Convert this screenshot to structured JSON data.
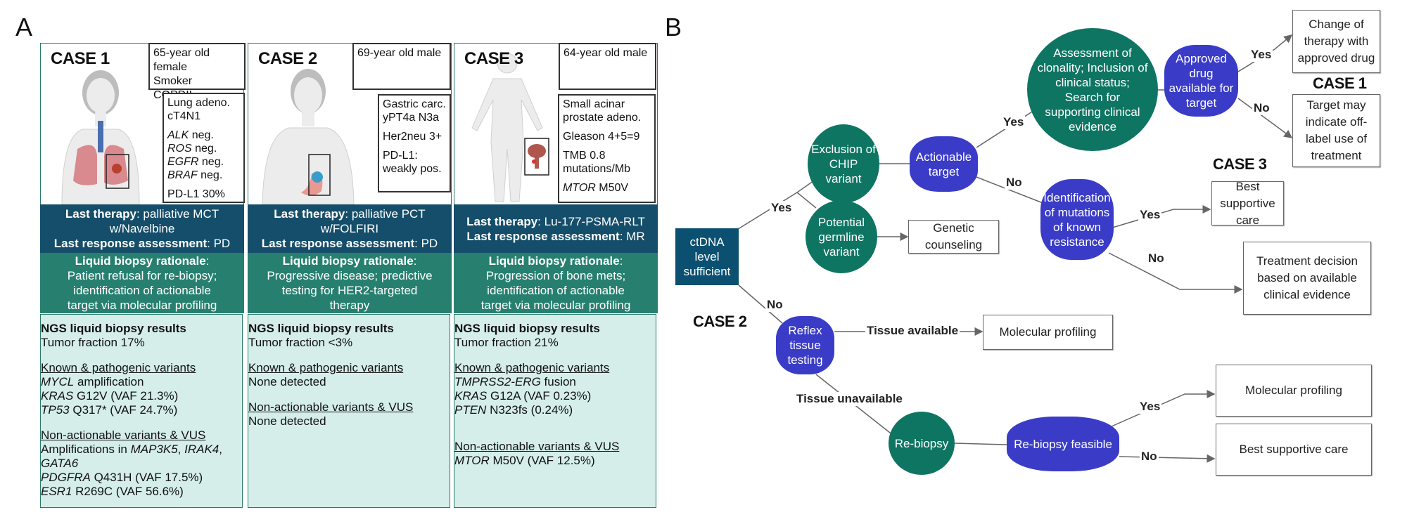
{
  "panel_a": {
    "letter": "A",
    "cases": [
      {
        "title": "CASE 1",
        "demographics": [
          "65-year old female",
          "Smoker",
          "COPDII"
        ],
        "details": [
          [
            {
              "t": "Lung adeno.",
              "s": ""
            }
          ],
          [
            {
              "t": "cT4N1",
              "s": ""
            }
          ],
          [],
          [
            {
              "t": "ALK",
              "s": "i"
            },
            {
              "t": " neg.",
              "s": ""
            }
          ],
          [
            {
              "t": "ROS",
              "s": "i"
            },
            {
              "t": " neg.",
              "s": ""
            }
          ],
          [
            {
              "t": "EGFR",
              "s": "i"
            },
            {
              "t": " neg.",
              "s": ""
            }
          ],
          [
            {
              "t": "BRAF",
              "s": "i"
            },
            {
              "t": " neg.",
              "s": ""
            }
          ],
          [],
          [
            {
              "t": "PD-L1 30%",
              "s": ""
            }
          ]
        ],
        "therapy": [
          [
            {
              "t": "Last therapy",
              "s": "b"
            },
            {
              "t": ": palliative MCT",
              "s": ""
            }
          ],
          [
            {
              "t": "w/Navelbine",
              "s": ""
            }
          ],
          [
            {
              "t": "Last response assessment",
              "s": "b"
            },
            {
              "t": ": PD",
              "s": ""
            }
          ]
        ],
        "rationale": [
          [
            {
              "t": "Liquid biopsy rationale",
              "s": "b"
            },
            {
              "t": ":",
              "s": ""
            }
          ],
          [
            {
              "t": "Patient refusal for re-biopsy;",
              "s": ""
            }
          ],
          [
            {
              "t": "identification of actionable",
              "s": ""
            }
          ],
          [
            {
              "t": "target via molecular profiling",
              "s": ""
            }
          ]
        ],
        "results": [
          [
            {
              "t": "NGS liquid biopsy results",
              "s": "b"
            }
          ],
          [
            {
              "t": "Tumor fraction 17%",
              "s": ""
            }
          ],
          [],
          [
            {
              "t": "Known & pathogenic variants",
              "s": "u"
            }
          ],
          [
            {
              "t": "MYCL",
              "s": "i"
            },
            {
              "t": " amplification",
              "s": ""
            }
          ],
          [
            {
              "t": "KRAS",
              "s": "i"
            },
            {
              "t": " G12V (VAF 21.3%)",
              "s": ""
            }
          ],
          [
            {
              "t": "TP53",
              "s": "i"
            },
            {
              "t": " Q317* (VAF 24.7%)",
              "s": ""
            }
          ],
          [],
          [
            {
              "t": "Non-actionable variants & VUS",
              "s": "u"
            }
          ],
          [
            {
              "t": "Amplifications in ",
              "s": ""
            },
            {
              "t": "MAP3K5",
              "s": "i"
            },
            {
              "t": ", ",
              "s": ""
            },
            {
              "t": "IRAK4",
              "s": "i"
            },
            {
              "t": ",",
              "s": ""
            }
          ],
          [
            {
              "t": "GATA6",
              "s": "i"
            }
          ],
          [
            {
              "t": "PDGFRA",
              "s": "i"
            },
            {
              "t": " Q431H (VAF 17.5%)",
              "s": ""
            }
          ],
          [
            {
              "t": "ESR1",
              "s": "i"
            },
            {
              "t": " R269C (VAF 56.6%)",
              "s": ""
            }
          ]
        ]
      },
      {
        "title": "CASE 2",
        "demographics": [
          "69-year old male"
        ],
        "details": [
          [
            {
              "t": "Gastric carc.",
              "s": ""
            }
          ],
          [
            {
              "t": "yPT4a N3a",
              "s": ""
            }
          ],
          [],
          [
            {
              "t": "Her2neu 3+",
              "s": ""
            }
          ],
          [],
          [
            {
              "t": "PD-L1:",
              "s": ""
            }
          ],
          [
            {
              "t": "weakly pos.",
              "s": ""
            }
          ]
        ],
        "therapy": [
          [
            {
              "t": "Last therapy",
              "s": "b"
            },
            {
              "t": ": palliative PCT",
              "s": ""
            }
          ],
          [
            {
              "t": "w/FOLFIRI",
              "s": ""
            }
          ],
          [
            {
              "t": "Last response assessment",
              "s": "b"
            },
            {
              "t": ": PD",
              "s": ""
            }
          ]
        ],
        "rationale": [
          [
            {
              "t": "Liquid biopsy rationale",
              "s": "b"
            },
            {
              "t": ":",
              "s": ""
            }
          ],
          [
            {
              "t": "Progressive disease; predictive",
              "s": ""
            }
          ],
          [
            {
              "t": "testing for HER2-targeted",
              "s": ""
            }
          ],
          [
            {
              "t": "therapy",
              "s": ""
            }
          ]
        ],
        "results": [
          [
            {
              "t": "NGS liquid biopsy results",
              "s": "b"
            }
          ],
          [
            {
              "t": "Tumor fraction <3%",
              "s": ""
            }
          ],
          [],
          [
            {
              "t": "Known & pathogenic variants",
              "s": "u"
            }
          ],
          [
            {
              "t": "None detected",
              "s": ""
            }
          ],
          [],
          [
            {
              "t": "Non-actionable variants & VUS",
              "s": "u"
            }
          ],
          [
            {
              "t": "None detected",
              "s": ""
            }
          ]
        ]
      },
      {
        "title": "CASE 3",
        "demographics": [
          "64-year old male"
        ],
        "details": [
          [
            {
              "t": "Small acinar",
              "s": ""
            }
          ],
          [
            {
              "t": "prostate adeno.",
              "s": ""
            }
          ],
          [],
          [
            {
              "t": "Gleason 4+5=9",
              "s": ""
            }
          ],
          [],
          [
            {
              "t": "TMB 0.8",
              "s": ""
            }
          ],
          [
            {
              "t": "mutations/Mb",
              "s": ""
            }
          ],
          [],
          [
            {
              "t": "MTOR",
              "s": "i"
            },
            {
              "t": " M50V",
              "s": ""
            }
          ]
        ],
        "therapy": [
          [
            {
              "t": "Last therapy",
              "s": "b"
            },
            {
              "t": ": Lu-177-PSMA-RLT",
              "s": ""
            }
          ],
          [
            {
              "t": "Last response assessment",
              "s": "b"
            },
            {
              "t": ": MR",
              "s": ""
            }
          ]
        ],
        "rationale": [
          [
            {
              "t": "Liquid biopsy rationale",
              "s": "b"
            },
            {
              "t": ":",
              "s": ""
            }
          ],
          [
            {
              "t": "Progression of bone mets;",
              "s": ""
            }
          ],
          [
            {
              "t": "identification of actionable",
              "s": ""
            }
          ],
          [
            {
              "t": "target via molecular profiling",
              "s": ""
            }
          ]
        ],
        "results": [
          [
            {
              "t": "NGS liquid biopsy results",
              "s": "b"
            }
          ],
          [
            {
              "t": "Tumor fraction 21%",
              "s": ""
            }
          ],
          [],
          [
            {
              "t": "Known & pathogenic variants",
              "s": "u"
            }
          ],
          [
            {
              "t": "TMPRSS2-ERG",
              "s": "i"
            },
            {
              "t": " fusion",
              "s": ""
            }
          ],
          [
            {
              "t": "KRAS",
              "s": "i"
            },
            {
              "t": " G12A (VAF 0.23%)",
              "s": ""
            }
          ],
          [
            {
              "t": "PTEN",
              "s": "i"
            },
            {
              "t": " N323fs (0.24%)",
              "s": ""
            }
          ],
          [],
          [],
          [
            {
              "t": "Non-actionable variants & VUS",
              "s": "u"
            }
          ],
          [
            {
              "t": "MTOR",
              "s": "i"
            },
            {
              "t": " M50V (VAF 12.5%)",
              "s": ""
            }
          ]
        ]
      }
    ]
  },
  "panel_b": {
    "letter": "B",
    "colors": {
      "decision_green": "#0f7563",
      "question_blue": "#3a3cc8",
      "start_navy": "#0b5070"
    },
    "nodes": {
      "ctdna": "ctDNA level sufficient",
      "chip": "Exclusion of CHIP variant",
      "germline": "Potential germline variant",
      "genetic_counseling": "Genetic counseling",
      "actionable": "Actionable target",
      "assessment": "Assessment of clonality; Inclusion of clinical status; Search for supporting clinical evidence",
      "approved": "Approved drug available for target",
      "change_therapy": "Change of therapy with approved drug",
      "off_label": "Target may indicate off-label use of treatment",
      "resistance": "Identification of mutations of known resistance",
      "bsc1": "Best supportive care",
      "treatment_decision": "Treatment decision based on available clinical evidence",
      "reflex": "Reflex tissue testing",
      "molprof1": "Molecular profiling",
      "rebiopsy": "Re-biopsy",
      "rebiopsy_feasible": "Re-biopsy feasible",
      "molprof2": "Molecular profiling",
      "bsc2": "Best supportive care"
    },
    "edge_labels": {
      "ctdna_yes": "Yes",
      "ctdna_no": "No",
      "actionable_yes": "Yes",
      "actionable_no": "No",
      "approved_yes": "Yes",
      "approved_no": "No",
      "resistance_yes": "Yes",
      "resistance_no": "No",
      "tissue_available": "Tissue available",
      "tissue_unavailable": "Tissue unavailable",
      "feasible_yes": "Yes",
      "feasible_no": "No"
    },
    "case_labels": {
      "case1": "CASE 1",
      "case2": "CASE 2",
      "case3": "CASE 3"
    }
  }
}
